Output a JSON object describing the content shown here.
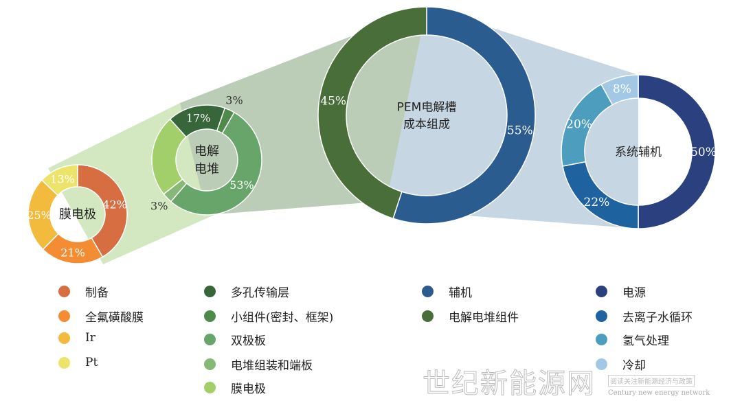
{
  "chart_data": [
    {
      "type": "pie",
      "title": "膜电极",
      "categories": [
        "制备",
        "全氟磺酸膜",
        "Ir",
        "Pt"
      ],
      "values": [
        42,
        21,
        25,
        13
      ],
      "labels": [
        "42%",
        "21%",
        "25%",
        "13%"
      ],
      "colors": [
        "#D76E42",
        "#F38C33",
        "#F2BB3D",
        "#ECE46A"
      ],
      "start_angle_deg": 0
    },
    {
      "type": "pie",
      "title": "电解电堆",
      "title_lines": [
        "电解",
        "电堆"
      ],
      "categories": [
        "多孔传输层",
        "小组件(密封、框架)",
        "双极板",
        "电堆组装和端板",
        "膜电极"
      ],
      "values": [
        17,
        3,
        53,
        3,
        24
      ],
      "labels": [
        "17%",
        "3%",
        "53%",
        "3%",
        ""
      ],
      "colors": [
        "#37663A",
        "#4E8B4A",
        "#67A56A",
        "#86B977",
        "#A2CF6A"
      ],
      "start_angle_deg": -42
    },
    {
      "type": "pie",
      "title": "PEM电解槽成本组成",
      "title_lines": [
        "PEM电解槽",
        "成本组成"
      ],
      "categories": [
        "辅机",
        "电解电堆组件"
      ],
      "values": [
        55,
        45
      ],
      "labels": [
        "55%",
        "45%"
      ],
      "colors": [
        "#2B5C8F",
        "#4A6E3A"
      ],
      "start_angle_deg": 0
    },
    {
      "type": "pie",
      "title": "系统辅机",
      "categories": [
        "电源",
        "去离子水循环",
        "氢气处理",
        "冷却"
      ],
      "values": [
        50,
        22,
        20,
        8
      ],
      "labels": [
        "50%",
        "22%",
        "20%",
        "8%"
      ],
      "colors": [
        "#2B417F",
        "#1F62A0",
        "#4C9DBE",
        "#A2C8E6"
      ],
      "start_angle_deg": 0
    }
  ],
  "watermark": {
    "line1": "阅读关注新能源经济与政策",
    "line2": "世纪新能源网",
    "line3": "Century new energy network"
  }
}
